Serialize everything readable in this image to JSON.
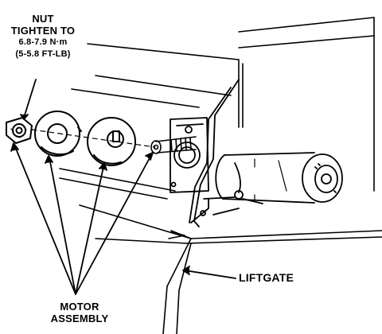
{
  "labels": {
    "nut": {
      "line1": "NUT",
      "line2": "TIGHTEN TO",
      "line3": "6.8-7.9 N·m",
      "line4": "(5-5.8 FT-LB)"
    },
    "liftgate": "LIFTGATE",
    "motor": {
      "line1": "MOTOR",
      "line2": "ASSEMBLY"
    }
  }
}
